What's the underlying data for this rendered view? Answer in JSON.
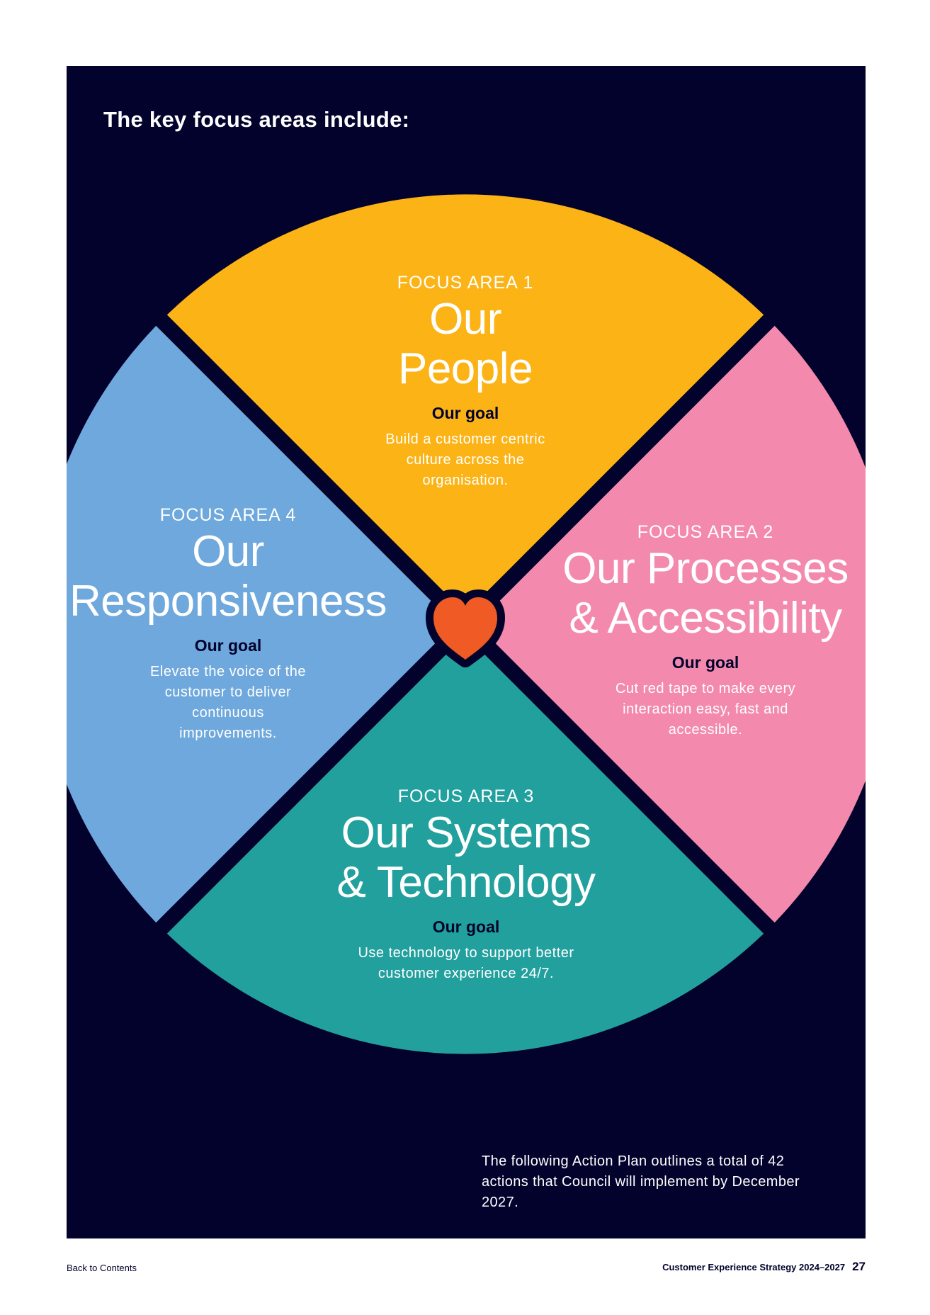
{
  "intro": {
    "heading": "The key focus areas include:"
  },
  "colors": {
    "background": "#02022c",
    "focus_area_1": "#fbb316",
    "focus_area_2": "#f38aae",
    "focus_area_3": "#22a09e",
    "focus_area_4": "#6ea8dc",
    "heart": "#f05a24"
  },
  "center_icon": "heart-icon",
  "focus_areas": [
    {
      "label": "FOCUS AREA 1",
      "title_line1": "Our",
      "title_line2": "People",
      "goal_heading": "Our goal",
      "goal_text": "Build a customer centric culture across the organisation."
    },
    {
      "label": "FOCUS AREA 2",
      "title_line1": "Our Processes",
      "title_line2": "& Accessibility",
      "goal_heading": "Our goal",
      "goal_text": "Cut red tape to make every interaction easy, fast and accessible."
    },
    {
      "label": "FOCUS AREA 3",
      "title_line1": "Our Systems",
      "title_line2": "& Technology",
      "goal_heading": "Our goal",
      "goal_text": "Use technology to support better customer experience 24/7."
    },
    {
      "label": "FOCUS AREA 4",
      "title_line1": "Our",
      "title_line2": "Responsiveness",
      "goal_heading": "Our goal",
      "goal_text": "Elevate the voice of the customer to deliver continuous improvements."
    }
  ],
  "closing_text": "The following Action Plan outlines a total of 42 actions that Council will implement by December 2027.",
  "footer": {
    "back_link": "Back to Contents",
    "document_title": "Customer Experience Strategy 2024–2027",
    "page_number": "27"
  }
}
